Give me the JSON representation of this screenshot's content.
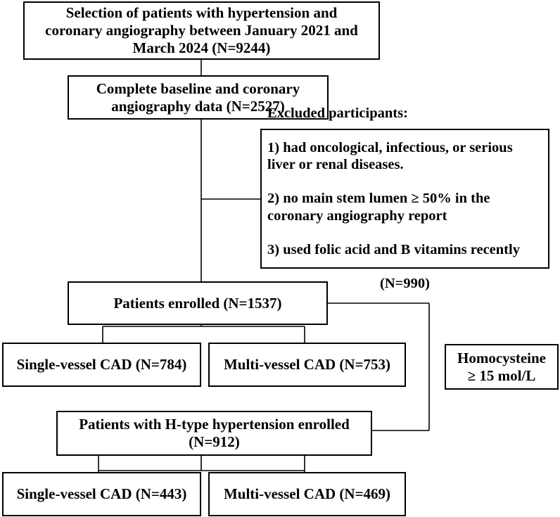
{
  "boxes": {
    "selection": "Selection of patients with hypertension and\ncoronary angiography between January 2021 and\nMarch 2024 (N=9244)",
    "complete": "Complete baseline and coronary\nangiography data (N=2527)",
    "excluded": {
      "title": "Excluded participants:",
      "items": [
        "1) had oncological, infectious, or serious liver or renal diseases.",
        "2) no main stem lumen ≥ 50% in the coronary angiography report",
        "3) used folic acid and B vitamins recently"
      ],
      "count": "(N=990)"
    },
    "enrolled": "Patients enrolled (N=1537)",
    "single1": "Single-vessel CAD (N=784)",
    "multi1": "Multi-vessel CAD (N=753)",
    "homocysteine": "Homocysteine\n≥ 15 mol/L",
    "htype": "Patients with H-type hypertension enrolled\n(N=912)",
    "single2": "Single-vessel CAD (N=443)",
    "multi2": "Multi-vessel CAD (N=469)"
  }
}
